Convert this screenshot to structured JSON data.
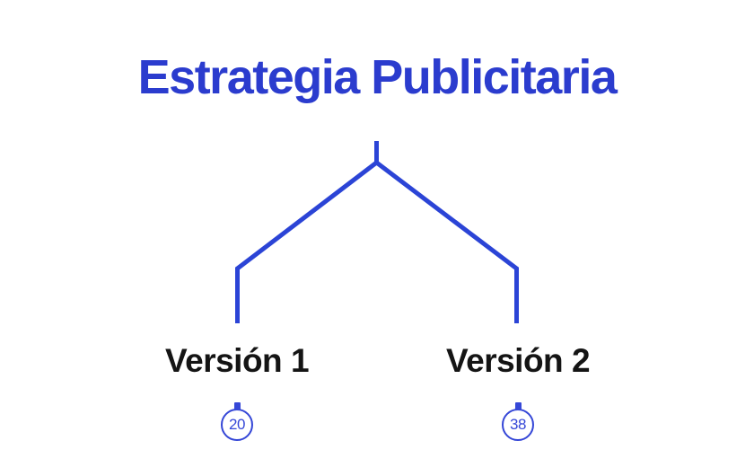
{
  "title": {
    "text": "Estrategia Publicitaria"
  },
  "branches": [
    {
      "label": "Versión 1",
      "value": "20",
      "icon": "stopwatch-icon"
    },
    {
      "label": "Versión 2",
      "value": "38",
      "icon": "stopwatch-icon"
    }
  ],
  "colors": {
    "background": "#FFFFFF",
    "title": "#2B3CCE",
    "line": "#2B44D6",
    "badge": "#3547D7",
    "label": "#141414"
  }
}
